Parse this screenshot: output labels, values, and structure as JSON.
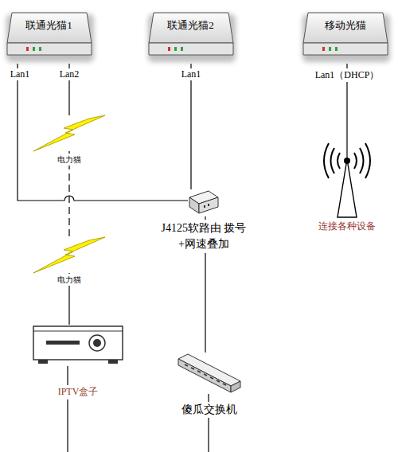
{
  "diagram": {
    "nodes": [
      {
        "text": [
          "联通光猫1"
        ]
      },
      {
        "text": [
          "联通光猫2"
        ]
      },
      {
        "text": [
          "移动光猫"
        ]
      },
      {
        "text": [
          "电力猫"
        ]
      },
      {
        "text": [
          "连接各种设备"
        ]
      },
      {
        "text": [
          "J4125软路由 拨号+网速叠加"
        ]
      },
      {
        "text": [
          "电力猫"
        ]
      },
      {
        "text": [
          "IPTV盒子"
        ]
      },
      {
        "text": [
          "傻瓜交换机"
        ]
      }
    ],
    "edges": [
      {
        "from": 0,
        "to": 5,
        "arrow": "none"
      },
      {
        "from": 0,
        "to": 3,
        "arrow": "none"
      },
      {
        "from": 3,
        "to": 6,
        "arrow": "none"
      },
      {
        "from": 6,
        "to": 7,
        "arrow": "none"
      },
      {
        "from": 1,
        "to": 5,
        "arrow": "none"
      },
      {
        "from": 5,
        "to": 8,
        "arrow": "none"
      },
      {
        "from": 2,
        "to": 4,
        "arrow": "none"
      }
    ],
    "labels": [
      "Lan1",
      "Lan2",
      "Lan1",
      "Lan1（DHCP）"
    ]
  }
}
